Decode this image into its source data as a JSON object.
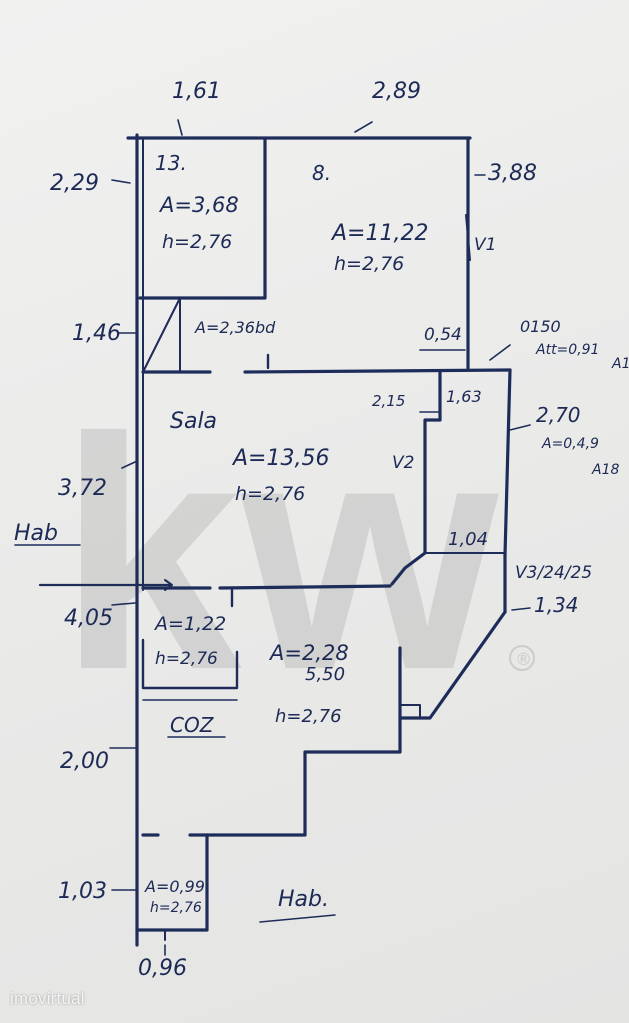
{
  "watermark": {
    "logo_text": "kw",
    "registered": "®"
  },
  "site": {
    "brand": "imovirtual"
  },
  "colors": {
    "ink": "#1e2c5a",
    "paper": "#ebebea"
  },
  "rooms": {
    "q13": {
      "label": "13.",
      "area": "A=3,68",
      "height": "h=2,76"
    },
    "q8": {
      "label": "8.",
      "area": "A=11,22",
      "height": "h=2,76"
    },
    "sala": {
      "label": "Sala",
      "area": "A=13,56",
      "height": "h=2,76"
    },
    "small_a": {
      "area": "A=2,36bd"
    },
    "hall_1": {
      "area": "A=1,22",
      "height": "h=2,76"
    },
    "hall_2": {
      "area": "A=2,28",
      "extra": "5,50",
      "height": "h=2,76"
    },
    "coz": {
      "label": "COZ"
    },
    "wc": {
      "area": "A=0,99",
      "height": "h=2,76"
    },
    "hab_left": {
      "label": "Hab"
    },
    "hab_bottom": {
      "label": "Hab."
    }
  },
  "dimensions": {
    "d161": "1,61",
    "d289": "2,89",
    "d229": "2,29",
    "d388": "3,88",
    "d146": "1,46",
    "d054": "0,54",
    "d0150": "0150",
    "d_alt1": "Att=0,91",
    "d_a1": "A1",
    "d215": "2,15",
    "d163": "1,63",
    "d270": "2,70",
    "d_alt2": "A=0,4,9",
    "d_a18": "A18",
    "d372": "3,72",
    "d104": "1,04",
    "d_v3": "V3/24/25",
    "d405": "4,05",
    "d134": "1,34",
    "d200": "2,00",
    "d103": "1,03",
    "d096": "0,96"
  },
  "markers": {
    "v1": "V1",
    "v2": "V2"
  }
}
